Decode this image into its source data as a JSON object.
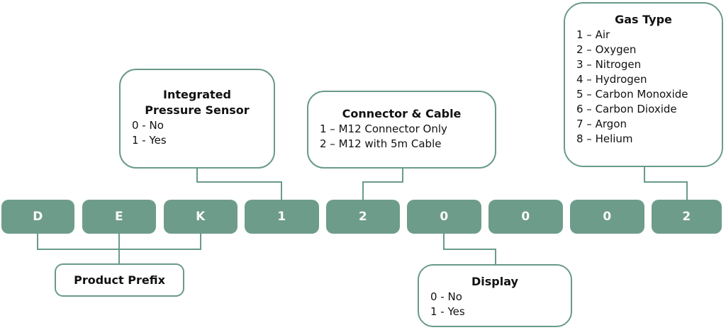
{
  "colors": {
    "box-fill": "#6E9C8B",
    "line": "#699A8B",
    "box-text": "#FBFBF8",
    "text": "#111111",
    "bg": "#FFFFFF"
  },
  "code": [
    "D",
    "E",
    "K",
    "1",
    "2",
    "0",
    "0",
    "0",
    "2"
  ],
  "callouts": {
    "integrated_pressure_sensor": {
      "title_line1": "Integrated",
      "title_line2": "Pressure Sensor",
      "options": [
        "0 - No",
        "1 - Yes"
      ]
    },
    "connector_cable": {
      "title": "Connector & Cable",
      "options": [
        "1 – M12 Connector Only",
        "2 – M12 with 5m Cable"
      ]
    },
    "gas_type": {
      "title": "Gas Type",
      "options": [
        "1 – Air",
        "2 – Oxygen",
        "3 – Nitrogen",
        "4 – Hydrogen",
        "5 – Carbon Monoxide",
        "6 – Carbon Dioxide",
        "7 – Argon",
        "8 – Helium"
      ]
    },
    "product_prefix": {
      "title": "Product Prefix"
    },
    "display": {
      "title": "Display",
      "options": [
        "0 - No",
        "1 - Yes"
      ]
    }
  }
}
